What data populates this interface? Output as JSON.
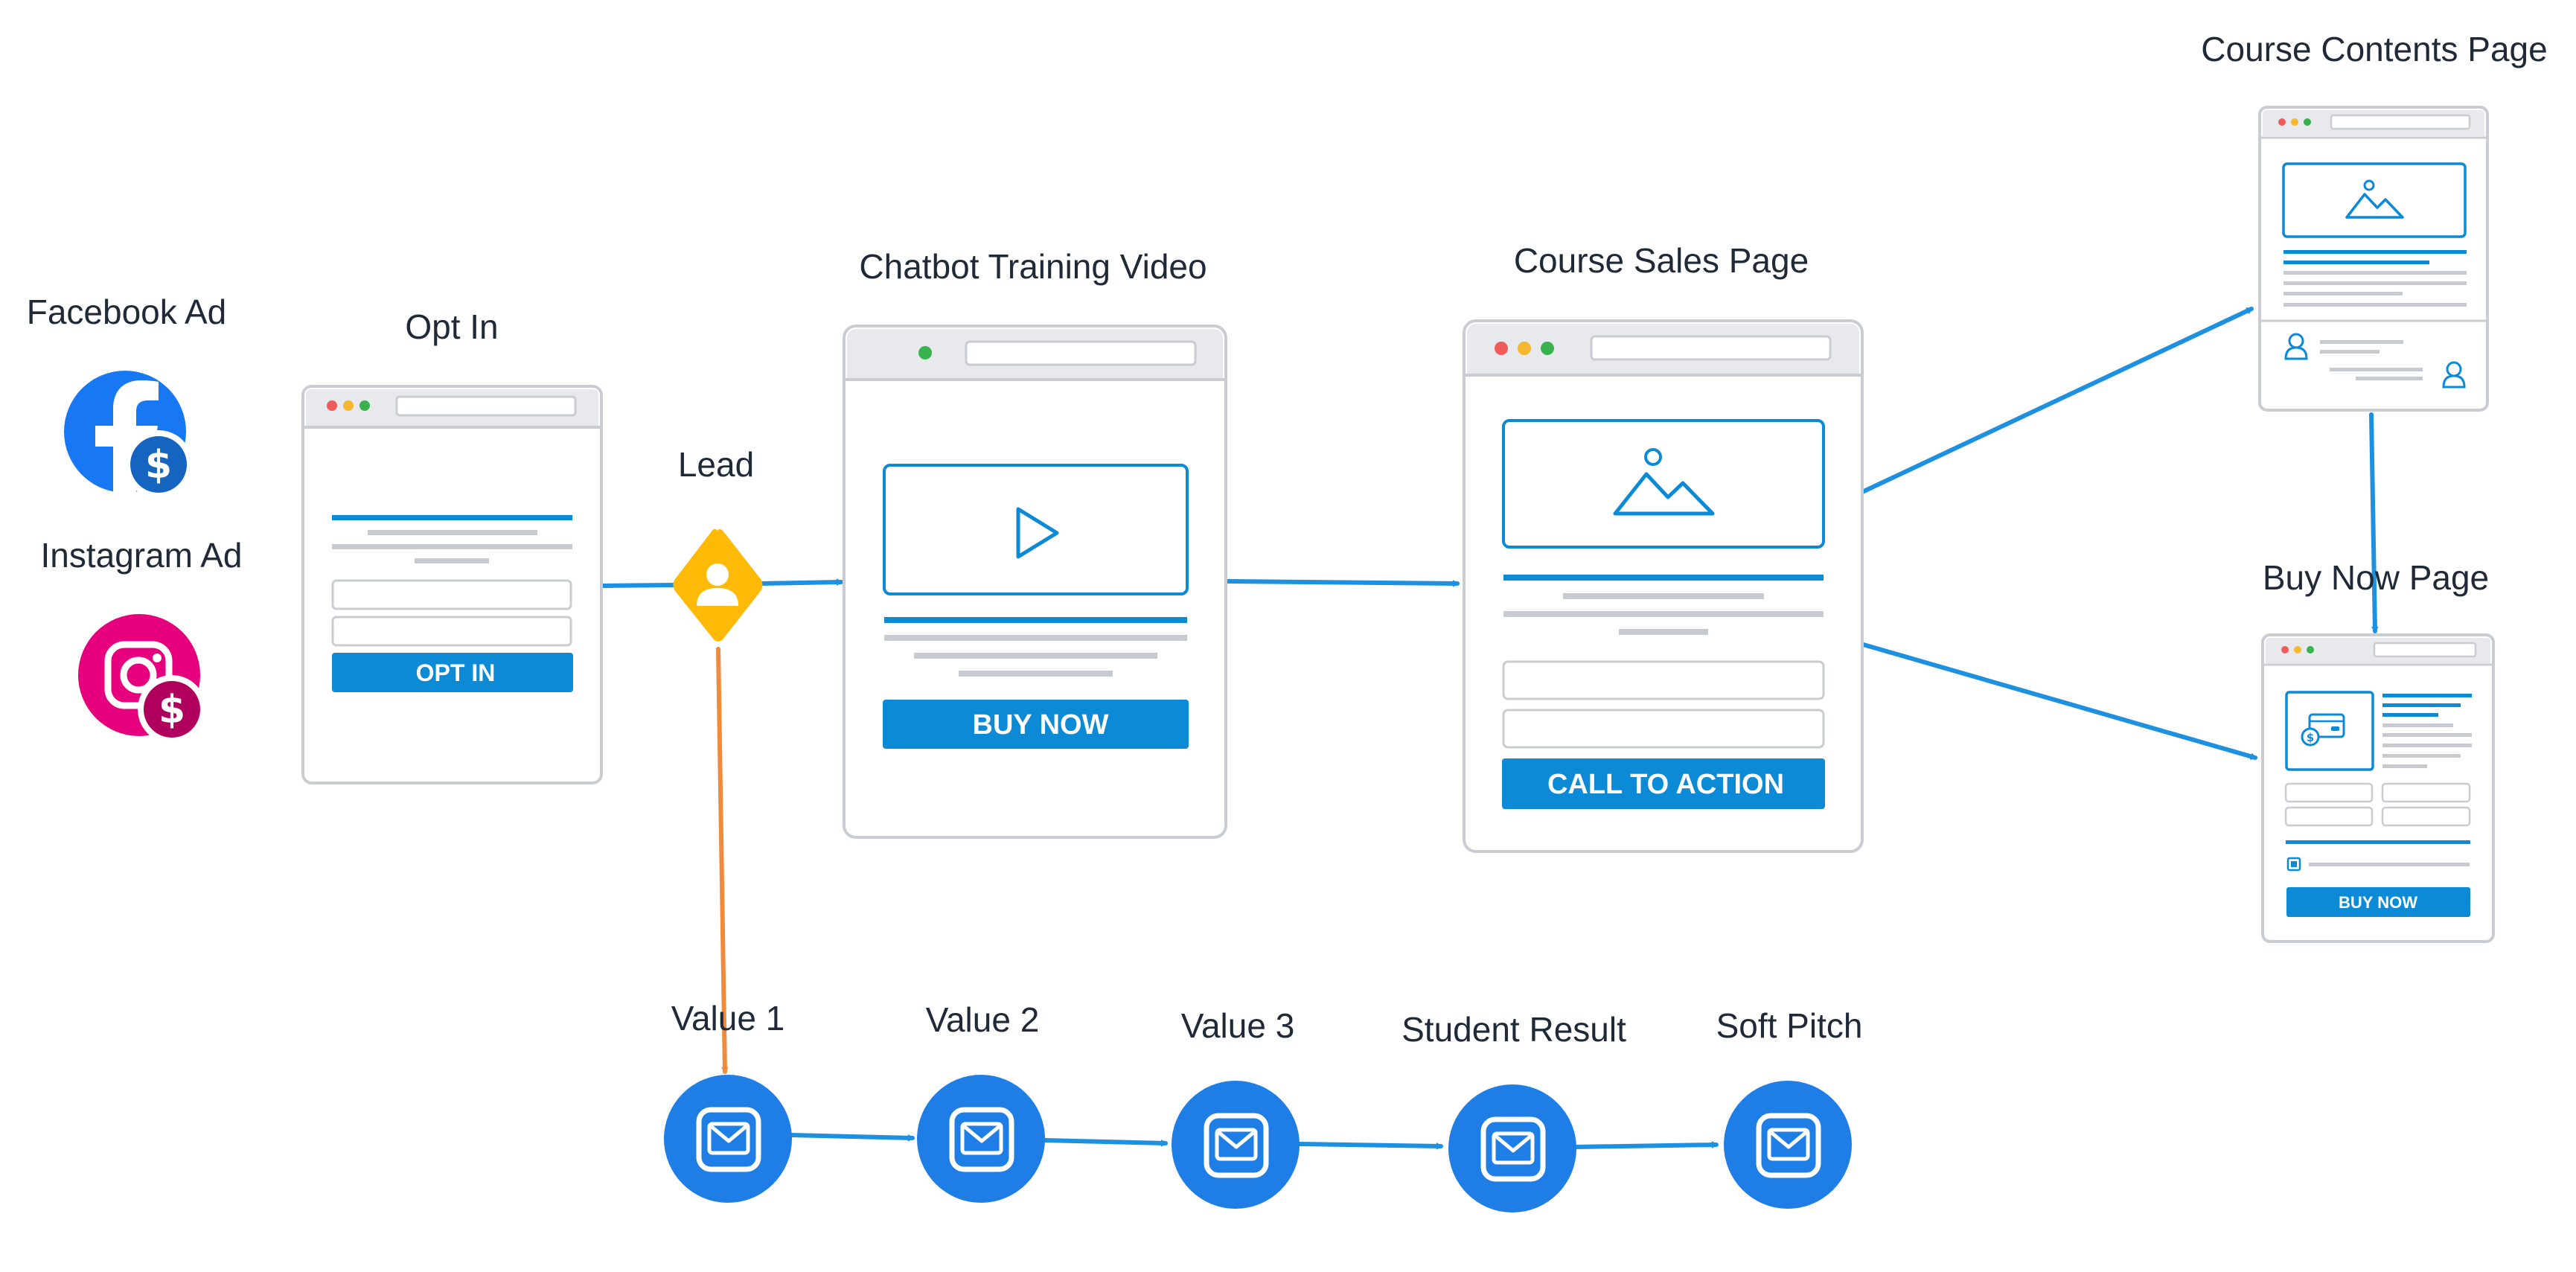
{
  "labels": {
    "facebook_ad": "Facebook Ad",
    "instagram_ad": "Instagram Ad",
    "opt_in": "Opt In",
    "lead": "Lead",
    "chatbot_training_video": "Chatbot Training Video",
    "course_sales_page": "Course Sales Page",
    "course_contents_page": "Course Contents Page",
    "buy_now_page": "Buy Now Page",
    "value_1": "Value 1",
    "value_2": "Value 2",
    "value_3": "Value 3",
    "student_result": "Student Result",
    "soft_pitch": "Soft Pitch"
  },
  "buttons": {
    "opt_in": "OPT IN",
    "buy_now": "BUY NOW",
    "call_to_action": "CALL TO ACTION",
    "buy_now_small": "BUY NOW"
  },
  "icons": {
    "facebook": "facebook-dollar-icon",
    "instagram": "instagram-dollar-icon",
    "lead": "lead-person-icon",
    "email": "email-envelope-icon",
    "play": "play-icon",
    "image": "image-placeholder-icon"
  },
  "colors": {
    "flow_arrow": "#1e90e0",
    "lead_arrow": "#f08a3c",
    "button_blue": "#0c8ad6",
    "facebook_blue": "#1877f2",
    "instagram_pink": "#e6007e",
    "lead_yellow": "#ffba08",
    "page_border": "#c9ccd3",
    "placeholder_gray": "#c7cad1",
    "dot_red": "#ef5b5b",
    "dot_yellow": "#f5b82e",
    "dot_green": "#37b24d"
  }
}
